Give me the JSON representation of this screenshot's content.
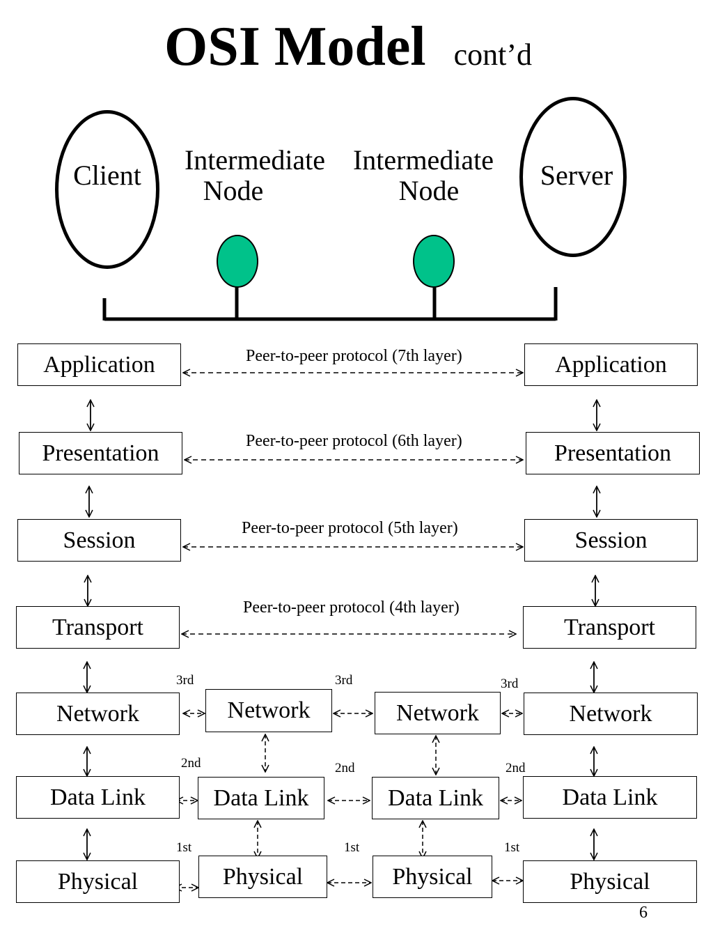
{
  "title": {
    "main": "OSI Model",
    "sub": "cont’d"
  },
  "endpoints": {
    "client": "Client",
    "server": "Server"
  },
  "intermediate_nodes": [
    {
      "line1": "Intermediate",
      "line2": "Node"
    },
    {
      "line1": "Intermediate",
      "line2": "Node"
    }
  ],
  "node_dot_color": "#00c28a",
  "layers": {
    "client": [
      "Application",
      "Presentation",
      "Session",
      "Transport",
      "Network",
      "Data Link",
      "Physical"
    ],
    "server": [
      "Application",
      "Presentation",
      "Session",
      "Transport",
      "Network",
      "Data Link",
      "Physical"
    ],
    "intermediate_1": [
      "Network",
      "Data Link",
      "Physical"
    ],
    "intermediate_2": [
      "Network",
      "Data Link",
      "Physical"
    ]
  },
  "peer_protocols": [
    "Peer-to-peer protocol (7th layer)",
    "Peer-to-peer protocol (6th layer)",
    "Peer-to-peer protocol (5th layer)",
    "Peer-to-peer protocol (4th layer)"
  ],
  "hop_labels": {
    "network": [
      "3rd",
      "3rd",
      "3rd"
    ],
    "data_link": [
      "2nd",
      "2nd",
      "2nd"
    ],
    "physical": [
      "1st",
      "1st",
      "1st"
    ]
  },
  "page_number": "6"
}
